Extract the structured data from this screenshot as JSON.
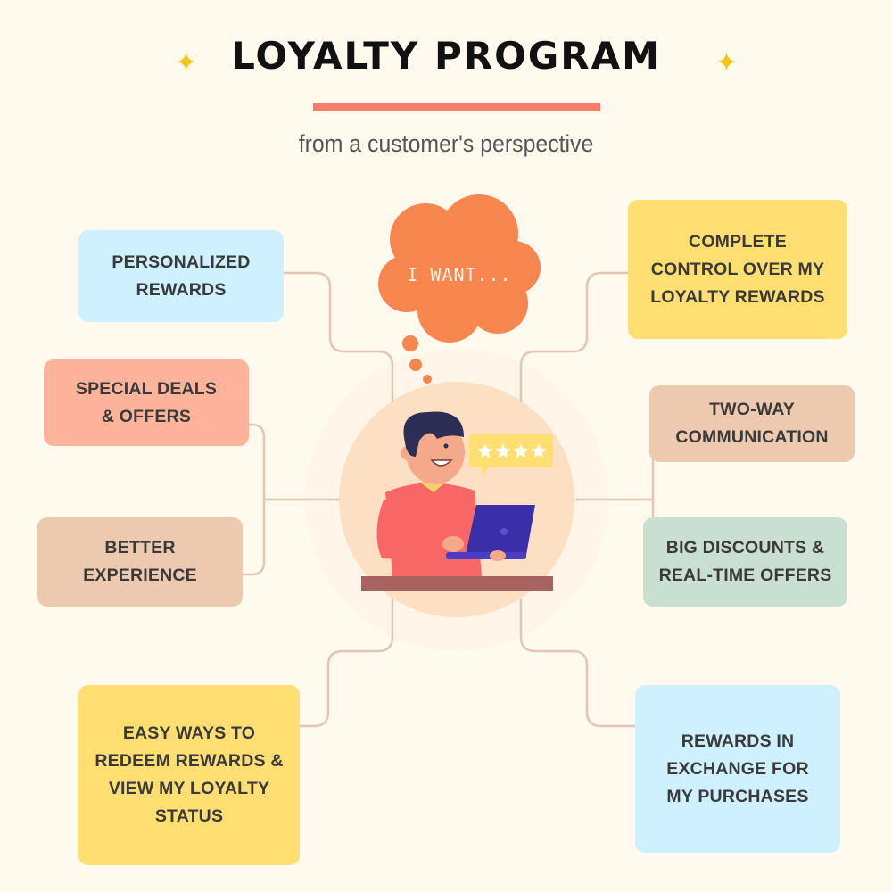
{
  "header": {
    "title": "LOYALTY PROGRAM",
    "subtitle": "from a customer's perspective",
    "sparkle_glyph": "✦"
  },
  "center": {
    "thought": "I WANT...",
    "rating_stars": 4
  },
  "items": [
    {
      "text": "PERSONALIZED REWARDS",
      "color": "#CFF0FF"
    },
    {
      "text": "SPECIAL DEALS & OFFERS",
      "color": "#FFB39A"
    },
    {
      "text": "BETTER EXPERIENCE",
      "color": "#EDC9AF"
    },
    {
      "text": "EASY WAYS TO REDEEM REWARDS & VIEW MY LOYALTY STATUS",
      "color": "#FFDE72"
    },
    {
      "text": "COMPLETE CONTROL OVER MY LOYALTY REWARDS",
      "color": "#FFDE72"
    },
    {
      "text": "TWO-WAY COMMUNICATION",
      "color": "#EDC9AF"
    },
    {
      "text": "BIG DISCOUNTS & REAL-TIME OFFERS",
      "color": "#C8DFD2"
    },
    {
      "text": "REWARDS IN EXCHANGE FOR MY PURCHASES",
      "color": "#CFF0FF"
    }
  ],
  "colors": {
    "background": "#FFF9EE",
    "accent": "#F47E6A",
    "cloud": "#F7864F",
    "connector": "#E2C8B3",
    "shirt": "#F86666",
    "laptop": "#3A2FA8",
    "desk": "#A8625F",
    "rating_badge": "#FFDE72"
  }
}
